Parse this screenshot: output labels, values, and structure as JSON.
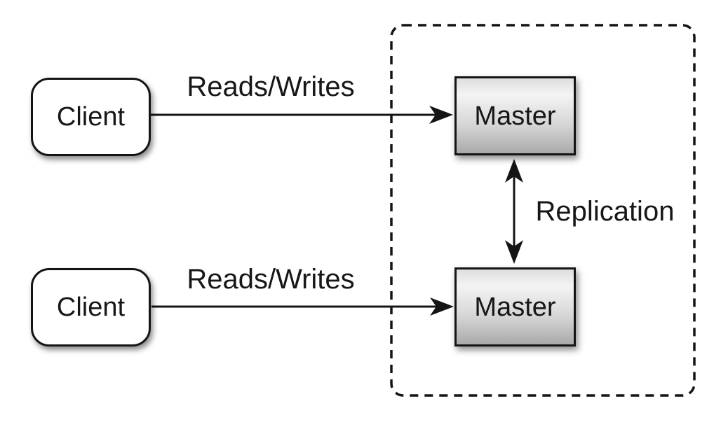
{
  "diagram": {
    "nodes": {
      "client_top": {
        "label": "Client"
      },
      "client_bottom": {
        "label": "Client"
      },
      "master_top": {
        "label": "Master"
      },
      "master_bottom": {
        "label": "Master"
      }
    },
    "edges": {
      "reads_writes_top": {
        "label": "Reads/Writes",
        "from": "client_top",
        "to": "master_top",
        "arrow": "single"
      },
      "reads_writes_bottom": {
        "label": "Reads/Writes",
        "from": "client_bottom",
        "to": "master_bottom",
        "arrow": "single"
      },
      "replication": {
        "label": "Replication",
        "from": "master_top",
        "to": "master_bottom",
        "arrow": "double"
      }
    },
    "colors": {
      "background": "#ffffff",
      "stroke": "#141414",
      "client_fill": "#ffffff",
      "master_gradient_top": "#f4f4f4",
      "master_gradient_bottom": "#a9a9a9"
    }
  }
}
